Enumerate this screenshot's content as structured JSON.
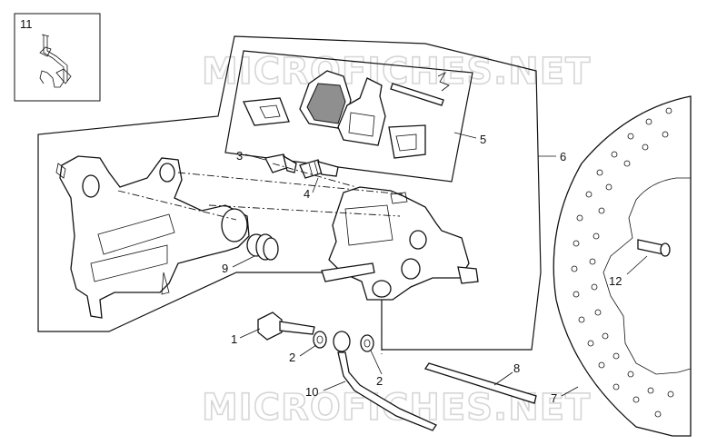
{
  "watermark": {
    "top": "MICROFICHES.NET",
    "bottom": "MICROFICHES.NET"
  },
  "callouts": {
    "c1": "1",
    "c2a": "2",
    "c2b": "2",
    "c3": "3",
    "c4": "4",
    "c5": "5",
    "c6": "6",
    "c7": "7",
    "c8": "8",
    "c9": "9",
    "c10": "10",
    "c11": "11",
    "c12": "12"
  },
  "colors": {
    "line": "#111111",
    "pad_fill": "#8f8f8f",
    "watermark": "#d6d6d6"
  }
}
